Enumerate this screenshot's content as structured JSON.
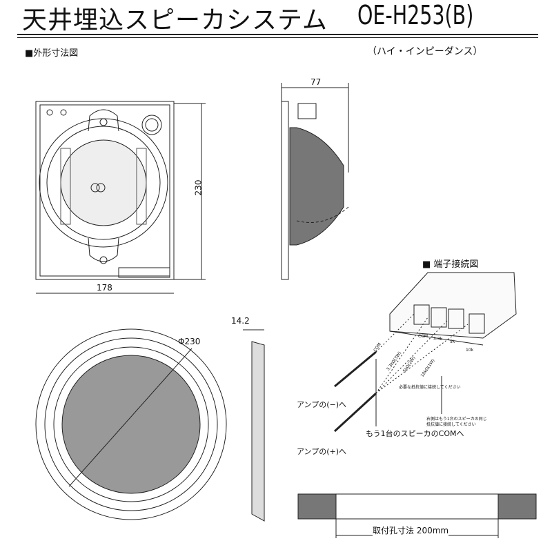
{
  "header": {
    "title": "天井埋込スピーカシステム",
    "model": "OE-H253(B)"
  },
  "section": {
    "label": "■外形寸法図",
    "subtitle": "（ハイ・インピーダンス）"
  },
  "front_view": {
    "width_dim": "178",
    "height_dim": "230"
  },
  "side_view": {
    "depth_dim": "77"
  },
  "round_view": {
    "diameter_dim": "Φ230",
    "thickness_dim": "14.2"
  },
  "terminal": {
    "title": "■ 端子接続図",
    "terminals": [
      "COM",
      "3.3k",
      "5k",
      "10k"
    ],
    "wire_labels": [
      "COM",
      "3.3kΩ(3W)",
      "5kΩ(2W)",
      "10kΩ(1W)"
    ],
    "note1": "必要な抵抗値に接続してください",
    "note2_line1": "右側はもう1台のスピーカの同じ",
    "note2_line2": "抵抗値に接続してください",
    "amp_minus": "アンプの(−)へ",
    "amp_plus": "アンプの(+)へ",
    "next_speaker": "もう1台のスピーカのCOMへ"
  },
  "mount": {
    "hole_label": "取付孔寸法 200mm"
  }
}
